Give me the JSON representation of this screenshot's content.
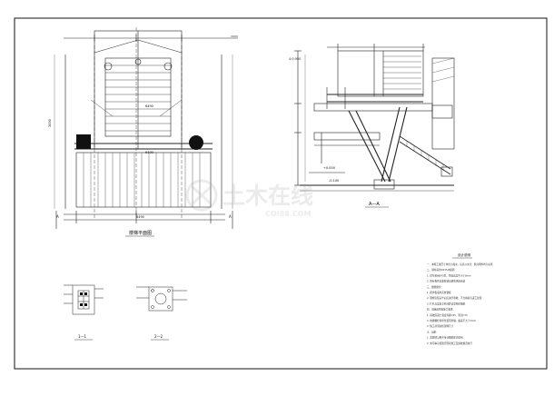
{
  "drawing": {
    "views": {
      "plan_title": "楼梯平面图",
      "elevation_title": "A—A",
      "section_1_title": "1—1",
      "section_2_title": "2—2"
    },
    "labels": {
      "plan_dim_top": "6490",
      "plan_dim_mid": "6490",
      "plan_dim_bottom": "6490",
      "plan_left_dim": "3000",
      "axis_a_left": "A",
      "axis_a_right": "A",
      "elev_top_level": "4.0.950",
      "elev_mid_level": "+0.000",
      "elev_low_level": "-0.100"
    },
    "notes": {
      "title": "设计说明",
      "lines": [
        "一、本施工图尺寸单位为毫米，标高以米计，除注明外均为标准",
        "二、钢材采用Q235-B级钢",
        "1. 焊条采用E43型，焊缝高度不小于6mm",
        "2. 所有构件表面除锈后刷防锈漆两道",
        "三、楼梯踏步：",
        "1. 踏步板采用花纹钢板",
        "2. 钢梯安装完毕后应进行验收，不合格者应返工处理",
        "3. 栏杆高度及立柱间距详见相关图纸",
        "四、基础说明及施工要求",
        "1. 基础混凝土强度等级C25，垫层C15",
        "2. 地脚螺栓预埋位置须准确，偏差不大于2mm",
        "3. 施工前须复核现场尺寸",
        "五、其他",
        "1. 本图须与相关专业图纸配合使用",
        "2. 未尽事宜按现行国家施工及验收规范执行"
      ]
    },
    "watermark": {
      "text": "土木在线",
      "subtext": "COI88.COM"
    }
  }
}
